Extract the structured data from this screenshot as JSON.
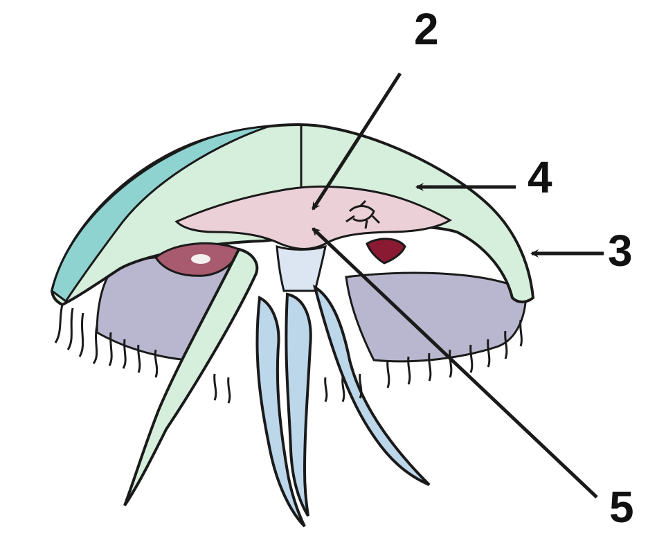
{
  "diagram": {
    "labels": {
      "two": "2",
      "three": "3",
      "four": "4",
      "five": "5"
    },
    "colors": {
      "outline": "#1a1a1a",
      "mesoglea": "#d6efdc",
      "bell_edge": "#8fd3d0",
      "stomach": "#ecd0d8",
      "gonad": "#a85a6e",
      "subumbrella": "#b9b7cf",
      "oral_arm": "#bcd6ea",
      "background": "#ffffff"
    }
  }
}
